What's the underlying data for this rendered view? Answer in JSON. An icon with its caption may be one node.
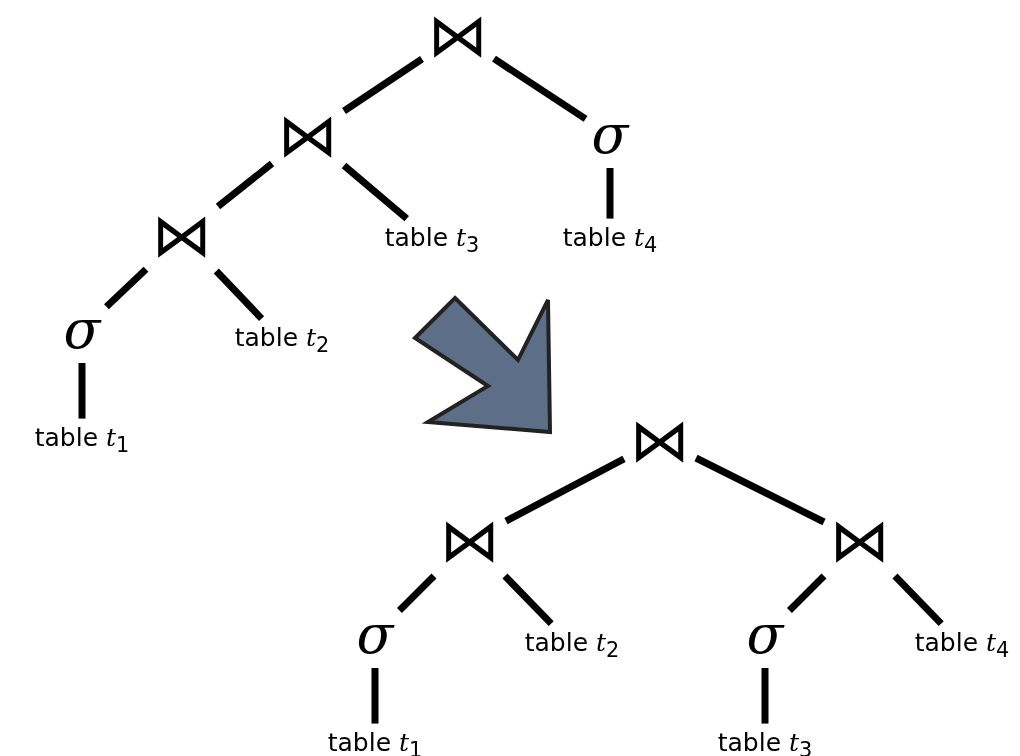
{
  "diagram": {
    "nodes": [
      {
        "text": [
          "⋈"
        ]
      },
      {
        "text": [
          "⋈"
        ]
      },
      {
        "text": [
          "σ"
        ]
      },
      {
        "text": [
          "⋈"
        ]
      },
      {
        "text": [
          "table *t*$_{3}$"
        ]
      },
      {
        "text": [
          "table *t*$_{4}$"
        ]
      },
      {
        "text": [
          "σ"
        ]
      },
      {
        "text": [
          "table *t*$_{2}$"
        ]
      },
      {
        "text": [
          "table *t*$_{1}$"
        ]
      },
      {
        "text": [
          "⋈"
        ]
      },
      {
        "text": [
          "⋈"
        ]
      },
      {
        "text": [
          "⋈"
        ]
      },
      {
        "text": [
          "σ"
        ]
      },
      {
        "text": [
          "table *t*$_{2}$"
        ]
      },
      {
        "text": [
          "σ"
        ]
      },
      {
        "text": [
          "table *t*$_{4}$"
        ]
      },
      {
        "text": [
          "table *t*$_{1}$"
        ]
      },
      {
        "text": [
          "table *t*$_{3}$"
        ]
      }
    ],
    "edges": [
      {
        "from": 0,
        "to": 1,
        "arrow": "none"
      },
      {
        "from": 0,
        "to": 2,
        "arrow": "none"
      },
      {
        "from": 1,
        "to": 3,
        "arrow": "none"
      },
      {
        "from": 1,
        "to": 4,
        "arrow": "none"
      },
      {
        "from": 2,
        "to": 5,
        "arrow": "none"
      },
      {
        "from": 3,
        "to": 6,
        "arrow": "none"
      },
      {
        "from": 3,
        "to": 7,
        "arrow": "none"
      },
      {
        "from": 6,
        "to": 8,
        "arrow": "none"
      },
      {
        "from": 9,
        "to": 10,
        "arrow": "none"
      },
      {
        "from": 9,
        "to": 11,
        "arrow": "none"
      },
      {
        "from": 10,
        "to": 12,
        "arrow": "none"
      },
      {
        "from": 10,
        "to": 13,
        "arrow": "none"
      },
      {
        "from": 11,
        "to": 14,
        "arrow": "none"
      },
      {
        "from": 11,
        "to": 15,
        "arrow": "none"
      },
      {
        "from": 12,
        "to": 16,
        "arrow": "none"
      },
      {
        "from": 14,
        "to": 17,
        "arrow": "none"
      }
    ]
  }
}
